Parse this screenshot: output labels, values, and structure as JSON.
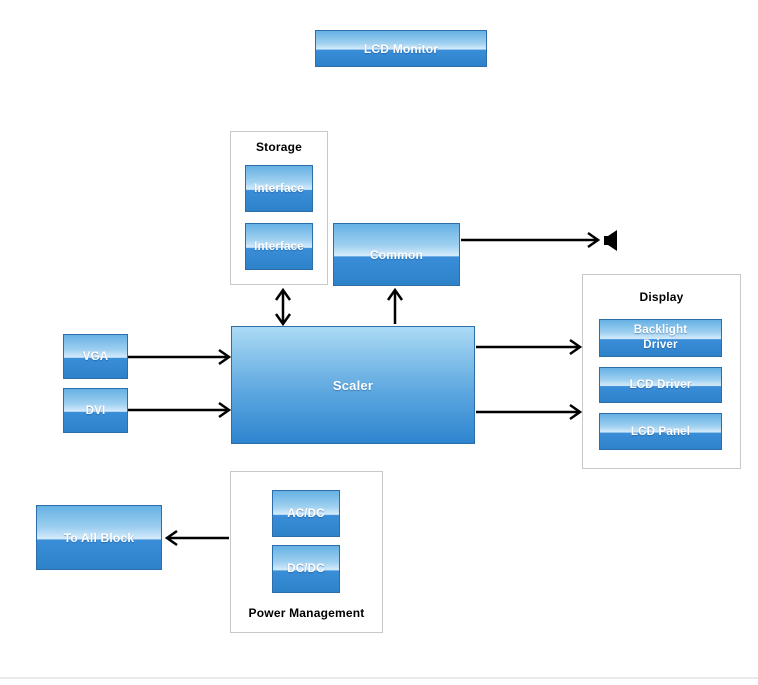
{
  "diagram": {
    "title": "LCD Monitor",
    "colors": {
      "node_gloss_top": "#66b1e4",
      "node_gloss_light": "#d6ecfb",
      "node_gloss_bottom": "#2e82c9",
      "node_border": "#2b6ea9",
      "scaler_top": "#abdaf4",
      "scaler_bottom": "#2e85cf",
      "group_border": "#c8c8c8",
      "arrow": "#000000",
      "node_text": "#ffffff",
      "label_text": "#000000",
      "divider": "#e9e9e9"
    },
    "nodes": {
      "lcd_monitor": {
        "label": "LCD Monitor"
      },
      "interface_1": {
        "label": "Interface"
      },
      "interface_2": {
        "label": "Interface"
      },
      "common": {
        "label": "Common"
      },
      "scaler": {
        "label": "Scaler"
      },
      "vga": {
        "label": "VGA"
      },
      "dvi": {
        "label": "DVI"
      },
      "backlight_driver": {
        "lines": [
          "Backlight",
          "Driver"
        ]
      },
      "lcd_driver": {
        "label": "LCD Driver"
      },
      "lcd_panel": {
        "label": "LCD Panel"
      },
      "ac_dc": {
        "label": "AC/DC"
      },
      "dc_dc": {
        "label": "DC/DC"
      },
      "to_all_block": {
        "label": "To All Block"
      }
    },
    "groups": {
      "storage": {
        "label": "Storage"
      },
      "display": {
        "label": "Display"
      },
      "power": {
        "label": "Power Management"
      }
    },
    "icons": {
      "speaker": "speaker-icon"
    }
  }
}
